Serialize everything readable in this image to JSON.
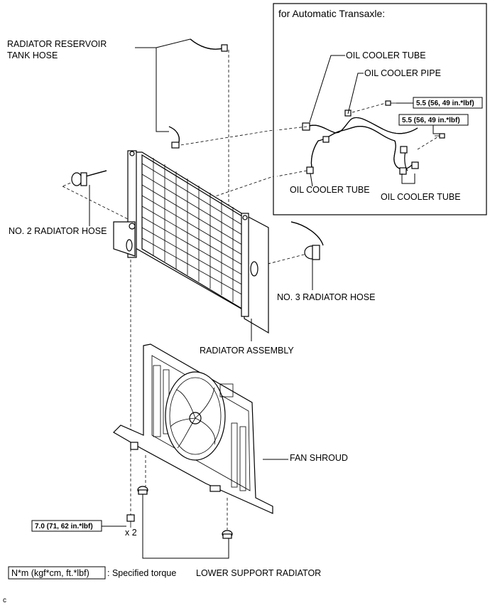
{
  "inset": {
    "title": "for Automatic Transaxle:",
    "labels": {
      "oil_cooler_tube_top": "OIL COOLER TUBE",
      "oil_cooler_pipe": "OIL COOLER PIPE",
      "oil_cooler_tube_left": "OIL COOLER TUBE",
      "oil_cooler_tube_right": "OIL COOLER TUBE"
    },
    "torque_1": "5.5 (56, 49 in.*lbf)",
    "torque_2": "5.5 (56, 49 in.*lbf)"
  },
  "labels": {
    "reservoir_hose_line1": "RADIATOR RESERVOIR",
    "reservoir_hose_line2": "TANK HOSE",
    "no2_hose": "NO. 2 RADIATOR HOSE",
    "no3_hose": "NO. 3 RADIATOR HOSE",
    "radiator_assembly": "RADIATOR ASSEMBLY",
    "fan_shroud": "FAN SHROUD",
    "lower_support": "LOWER SUPPORT RADIATOR"
  },
  "torque_bottom": "7.0 (71, 62 in.*lbf)",
  "quantity": "x 2",
  "legend": {
    "unit": "N*m (kgf*cm, ft.*lbf)",
    "description": ": Specified torque"
  },
  "corner_mark": "c"
}
